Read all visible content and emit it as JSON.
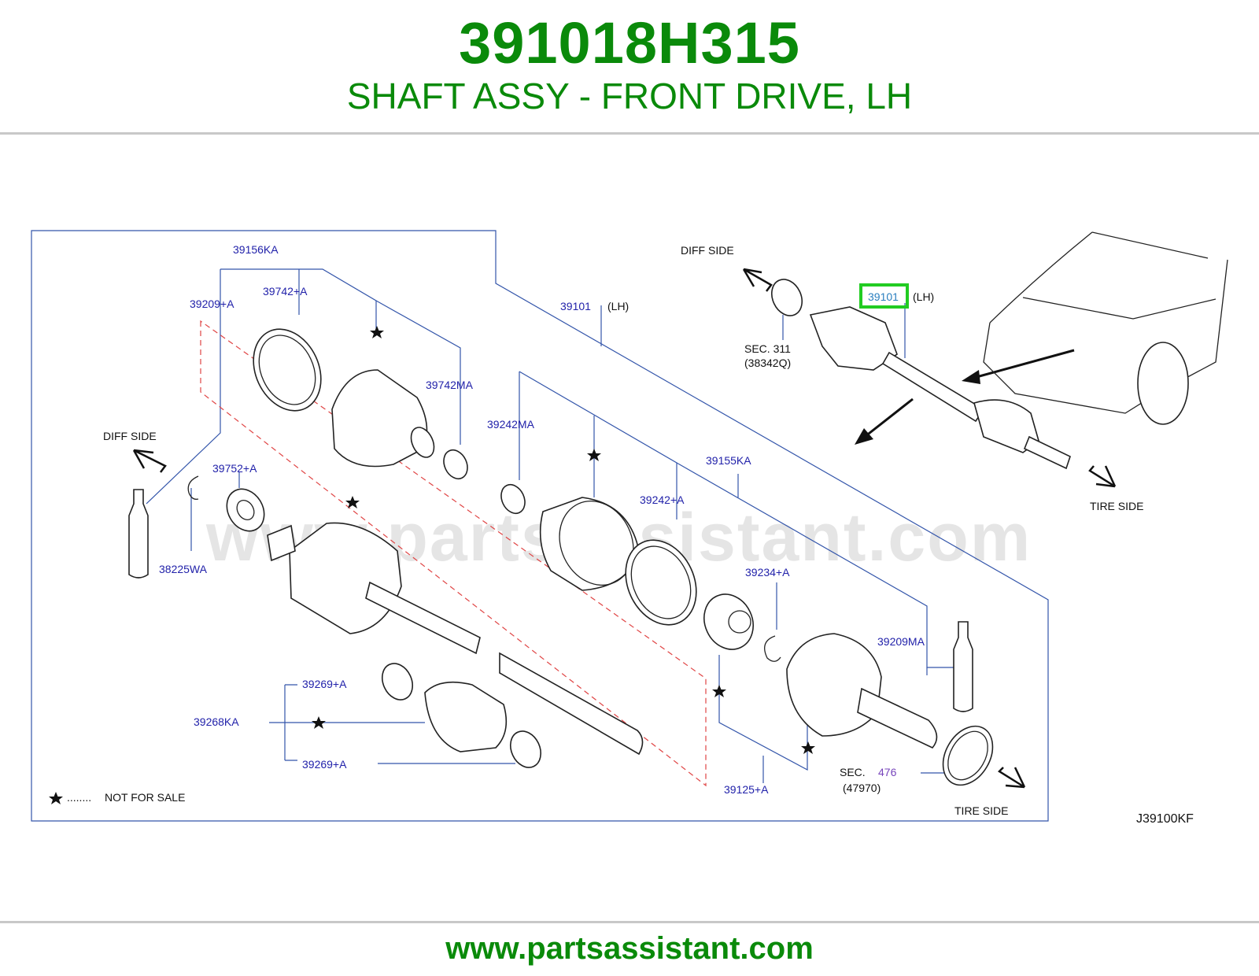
{
  "header": {
    "part_number": "391018H315",
    "description": "SHAFT ASSY - FRONT DRIVE, LH"
  },
  "footer": {
    "url": "www.partsassistant.com"
  },
  "watermark": "www.partsassistant.com",
  "diagram_code": "J39100KF",
  "highlight_color": "#22cc22",
  "labels": {
    "l39156KA": "39156KA",
    "l39742A": "39742+A",
    "l39209A": "39209+A",
    "l39101": "39101",
    "lh": "(LH)",
    "l39742MA": "39742MA",
    "l39242MA": "39242MA",
    "l39155KA": "39155KA",
    "l39242A": "39242+A",
    "l39752A": "39752+A",
    "l38225WA": "38225WA",
    "l39234A": "39234+A",
    "l39209MA": "39209MA",
    "l39269A_top": "39269+A",
    "l39268KA": "39268KA",
    "l39269A_bot": "39269+A",
    "l39125A": "39125+A",
    "sec476": "SEC.",
    "sec476_num": "476",
    "sec476_sub": "(47970)",
    "diff_side_left": "DIFF   SIDE",
    "tire_side_bottom": "TIRE   SIDE",
    "not_for_sale": "NOT   FOR   SALE",
    "legend_dots": "........",
    "inset_diff_side": "DIFF   SIDE",
    "inset_tire_side": "TIRE   SIDE",
    "inset_sec": "SEC.   311",
    "inset_sec_sub": "(38342Q)",
    "inset_part": "39101",
    "inset_lh": "(LH)"
  }
}
